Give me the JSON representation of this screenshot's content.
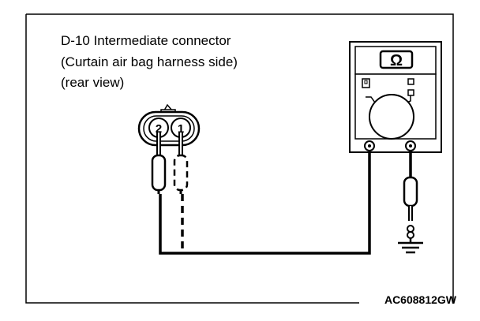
{
  "caption": {
    "line1": "D-10 Intermediate connector",
    "line2": "(Curtain air bag harness side)",
    "line3": "(rear view)"
  },
  "connector": {
    "pin_left": "2",
    "pin_right": "1"
  },
  "meter": {
    "mode_symbol": "Ω",
    "mode_icon": "ohm-icon"
  },
  "figure_code": "AC608812GW"
}
